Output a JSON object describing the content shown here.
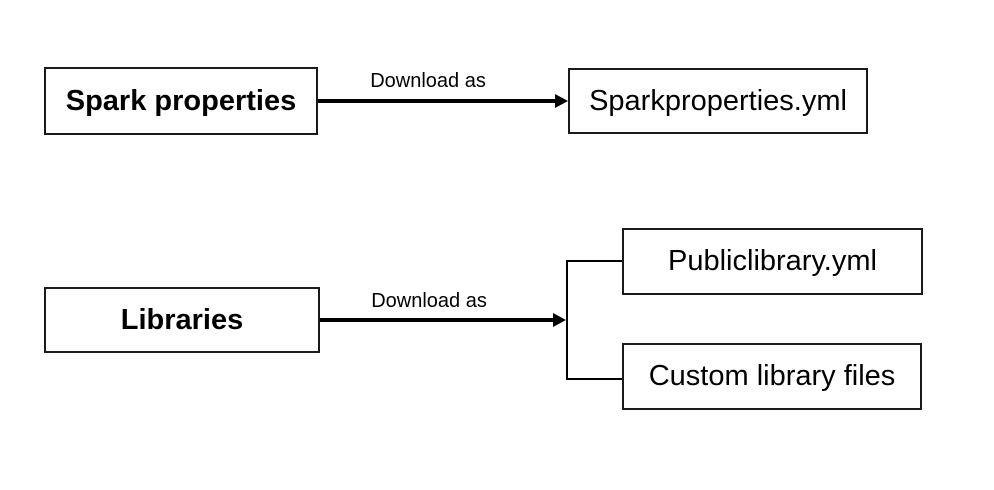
{
  "colors": {
    "background": "#ffffff",
    "line": "#000000",
    "text": "#000000",
    "box_border": "#1a1a1a",
    "box_fill": "#ffffff"
  },
  "nodes": {
    "spark_properties": {
      "label": "Spark properties"
    },
    "sparkproperties_yml": {
      "label": "Sparkproperties.yml"
    },
    "libraries": {
      "label": "Libraries"
    },
    "publiclibrary_yml": {
      "label": "Publiclibrary.yml"
    },
    "custom_library_files": {
      "label": "Custom library files"
    }
  },
  "edges": {
    "spark_download": {
      "label": "Download as",
      "from": "spark_properties",
      "to": "sparkproperties_yml"
    },
    "libraries_download": {
      "label": "Download as",
      "from": "libraries",
      "to": [
        "publiclibrary_yml",
        "custom_library_files"
      ]
    }
  }
}
